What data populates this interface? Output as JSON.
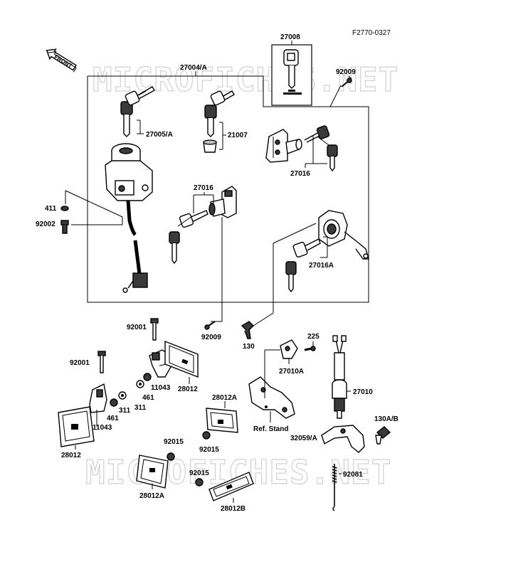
{
  "figure_id": "F2770-0327",
  "watermark": "MICROFICHES.NET",
  "front_arrow_label": "FRONT",
  "callouts": {
    "c27008": "27008",
    "c27004A": "27004/A",
    "c92009top": "92009",
    "c27005A": "27005/A",
    "c21007": "21007",
    "c27016top": "27016",
    "c411": "411",
    "c92002": "92002",
    "c27016mid": "27016",
    "c27016A": "27016A",
    "c92009bot": "92009",
    "c130": "130",
    "c92001a": "92001",
    "c225": "225",
    "c92001b": "92001",
    "c27010A": "27010A",
    "c11043a": "11043",
    "c28012a": "28012",
    "c27010": "27010",
    "c461a": "461",
    "c311a": "311",
    "c461b": "461",
    "c311b": "311",
    "c11043b": "11043",
    "c28012A_top": "28012A",
    "c130AB": "130A/B",
    "cRefStand": "Ref. Stand",
    "c32059A": "32059/A",
    "c28012b": "28012",
    "c92015a": "92015",
    "c92015b": "92015",
    "c92015c": "92015",
    "c28012A_bot": "28012A",
    "c92081": "92081",
    "c28012B": "28012B"
  }
}
